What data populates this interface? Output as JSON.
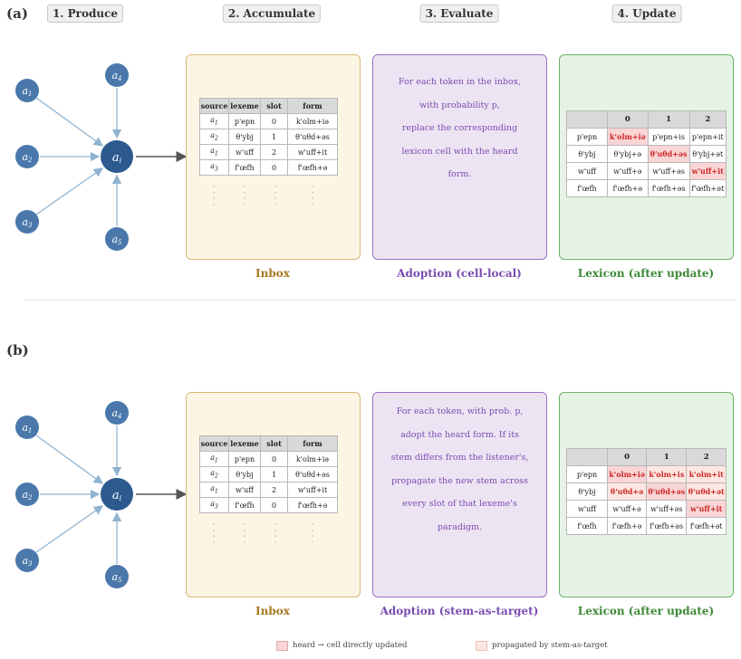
{
  "panels": [
    {
      "label": "(a)",
      "agents": {
        "center": "a_i",
        "neighbors": [
          "a1",
          "a2",
          "a3",
          "a4",
          "a5"
        ]
      },
      "inbox": {
        "title": "Inbox",
        "headers": [
          "source",
          "lexeme",
          "slot",
          "form"
        ],
        "rows": [
          [
            "a1",
            "p'epn",
            "0",
            "k'olm+iə"
          ],
          [
            "a2",
            "θ'ybj",
            "1",
            "θ'uθd+əs"
          ],
          [
            "a1",
            "w'uff",
            "2",
            "w'uff+it"
          ],
          [
            "a3",
            "f'œfh",
            "0",
            "f'œfh+ə"
          ]
        ]
      },
      "adoption": {
        "title": "Adoption (cell-local)",
        "lines": [
          "For each token in the inbox,",
          "with probability p,",
          "replace the corresponding",
          "lexicon cell with the heard",
          "form."
        ]
      },
      "lexicon": {
        "title": "Lexicon (after update)",
        "headers": [
          "",
          "0",
          "1",
          "2"
        ],
        "rows": [
          {
            "lexeme": "p'epn",
            "cells": [
              "k'olm+iə",
              "p'epn+is",
              "p'epn+it"
            ],
            "marks": [
              "heard",
              "",
              ""
            ]
          },
          {
            "lexeme": "θ'ybj",
            "cells": [
              "θ'ybj+ə",
              "θ'uθd+əs",
              "θ'ybj+ət"
            ],
            "marks": [
              "",
              "heard",
              ""
            ]
          },
          {
            "lexeme": "w'uff",
            "cells": [
              "w'uff+ə",
              "w'uff+əs",
              "w'uff+it"
            ],
            "marks": [
              "",
              "",
              "heard"
            ]
          },
          {
            "lexeme": "f'œfh",
            "cells": [
              "f'œfh+ə",
              "f'œfh+əs",
              "f'œfh+ət"
            ],
            "marks": [
              "",
              "",
              ""
            ]
          }
        ]
      }
    },
    {
      "label": "(b)",
      "agents": {
        "center": "a_i",
        "neighbors": [
          "a1",
          "a2",
          "a3",
          "a4",
          "a5"
        ]
      },
      "inbox": {
        "title": "Inbox",
        "headers": [
          "source",
          "lexeme",
          "slot",
          "form"
        ],
        "rows": [
          [
            "a1",
            "p'epn",
            "0",
            "k'olm+iə"
          ],
          [
            "a2",
            "θ'ybj",
            "1",
            "θ'uθd+əs"
          ],
          [
            "a1",
            "w'uff",
            "2",
            "w'uff+it"
          ],
          [
            "a3",
            "f'œfh",
            "0",
            "f'œfh+ə"
          ]
        ]
      },
      "adoption": {
        "title": "Adoption (stem-as-target)",
        "lines": [
          "For each token, with prob. p,",
          "adopt the heard form. If its",
          "stem differs from the listener's,",
          "propagate the new stem across",
          "every slot of that lexeme's",
          "paradigm."
        ]
      },
      "lexicon": {
        "title": "Lexicon (after update)",
        "headers": [
          "",
          "0",
          "1",
          "2"
        ],
        "rows": [
          {
            "lexeme": "p'epn",
            "cells": [
              "k'olm+iə",
              "k'olm+is",
              "k'olm+it"
            ],
            "marks": [
              "heard",
              "prop",
              "prop"
            ]
          },
          {
            "lexeme": "θ'ybj",
            "cells": [
              "θ'uθd+ə",
              "θ'uθd+əs",
              "θ'uθd+ət"
            ],
            "marks": [
              "prop",
              "heard",
              "prop"
            ]
          },
          {
            "lexeme": "w'uff",
            "cells": [
              "w'uff+ə",
              "w'uff+əs",
              "w'uff+it"
            ],
            "marks": [
              "",
              "",
              "heard"
            ]
          },
          {
            "lexeme": "f'œfh",
            "cells": [
              "f'œfh+ə",
              "f'œfh+əs",
              "f'œfh+ət"
            ],
            "marks": [
              "",
              "",
              ""
            ]
          }
        ]
      }
    }
  ],
  "steps": [
    "1. Produce",
    "2. Accumulate",
    "3. Evaluate",
    "4. Update"
  ],
  "legend": {
    "heard": "heard → cell directly updated",
    "propagated": "propagated by stem-as-target"
  },
  "colors": {
    "node": "#4a78ab",
    "center_node": "#2c5a8f",
    "arrow": "#8fb3d1",
    "heard_fill": "#f9d5d5",
    "prop_fill": "#fde7e0",
    "highlight_text": "#cc2a2a"
  }
}
